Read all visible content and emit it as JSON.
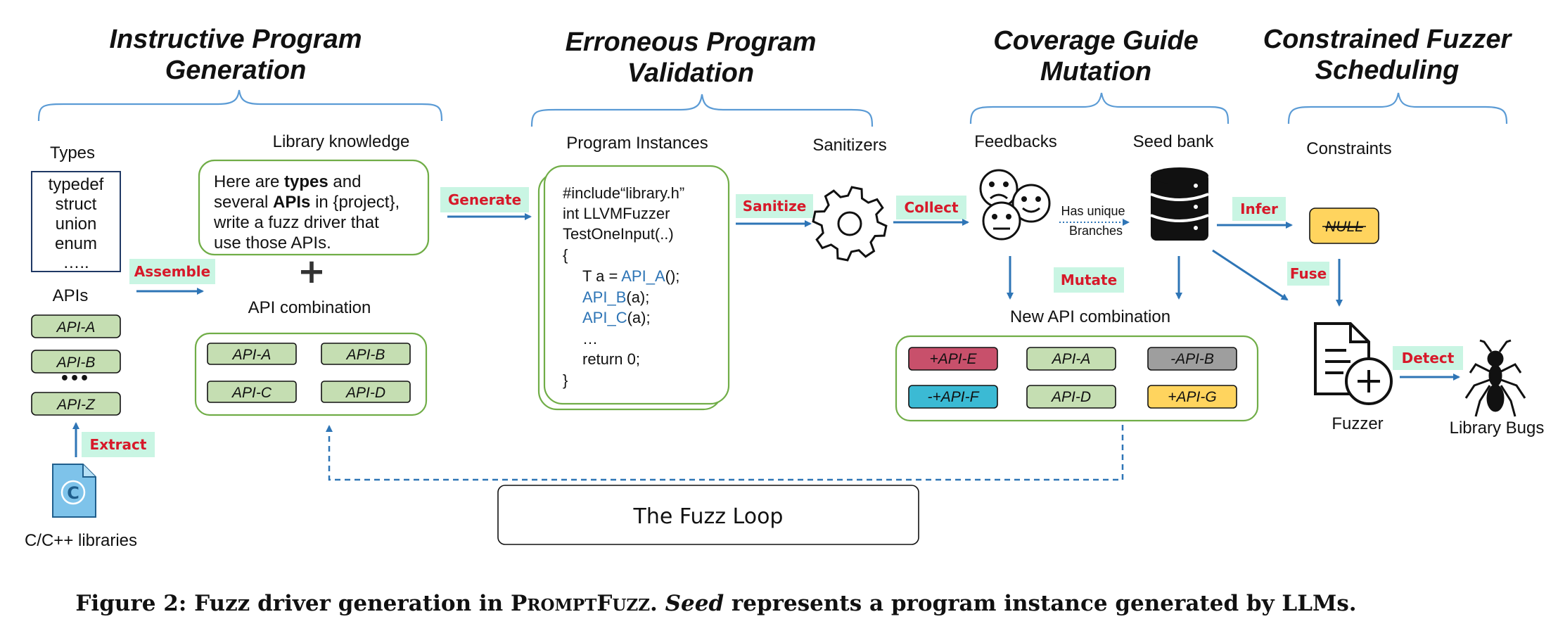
{
  "sections": {
    "s1": [
      "Instructive Program",
      "Generation"
    ],
    "s2": [
      "Erroneous Program",
      "Validation"
    ],
    "s3": [
      "Coverage Guide",
      "Mutation"
    ],
    "s4": [
      "Constrained Fuzzer",
      "Scheduling"
    ]
  },
  "types": {
    "title": "Types",
    "items": [
      "typedef",
      "struct",
      "union",
      "enum",
      "….."
    ]
  },
  "apis": {
    "title": "APIs",
    "items": [
      "API-A",
      "API-B",
      "API-Z"
    ],
    "ellipsis": "•••"
  },
  "libraries": {
    "label": "C/C++ libraries",
    "icon_letter": "C"
  },
  "library_knowledge": {
    "title": "Library knowledge",
    "line1_a": "Here are ",
    "line1_b": "types",
    "line1_c": " and",
    "line2_a": "several ",
    "line2_b": "APIs",
    "line2_c": " in {project},",
    "line3": "write a fuzz driver that",
    "line4": "use those APIs."
  },
  "plus": "+",
  "api_combination": {
    "title": "API combination",
    "items": [
      "API-A",
      "API-B",
      "API-C",
      "API-D"
    ]
  },
  "tags": {
    "assemble": "Assemble",
    "extract": "Extract",
    "generate": "Generate",
    "sanitize": "Sanitize",
    "collect": "Collect",
    "mutate": "Mutate",
    "infer": "Infer",
    "fuse": "Fuse",
    "detect": "Detect"
  },
  "program_instances": {
    "title": "Program Instances",
    "code": {
      "l1": "#include“library.h”",
      "l2": "int LLVMFuzzer",
      "l3": "TestOneInput(..)",
      "l4": "{",
      "l5a": "T a = ",
      "l5b": "API_A",
      "l5c": "();",
      "l6a": "API_B",
      "l6b": "(a);",
      "l7a": "API_C",
      "l7b": "(a);",
      "l8": "…",
      "l9": "return 0;",
      "l10": "}"
    }
  },
  "sanitizers": {
    "title": "Sanitizers"
  },
  "feedbacks": {
    "title": "Feedbacks"
  },
  "has_unique": [
    "Has unique",
    "Branches"
  ],
  "seed_bank": {
    "title": "Seed bank"
  },
  "new_api_combination": {
    "title": "New API combination",
    "items": [
      {
        "label": "+API-E",
        "color": "#c8506b"
      },
      {
        "label": "API-A",
        "color": "#c5deb2"
      },
      {
        "label": "-API-B",
        "color": "#9e9e9e"
      },
      {
        "label": "-+API-F",
        "color": "#3bbad4"
      },
      {
        "label": "API-D",
        "color": "#c5deb2"
      },
      {
        "label": "+API-G",
        "color": "#ffd45e"
      }
    ]
  },
  "constraints": {
    "title": "Constraints",
    "null_label": "NULL",
    "null_color": "#ffd45e"
  },
  "fuzzer": {
    "label": "Fuzzer"
  },
  "library_bugs": {
    "label": "Library Bugs"
  },
  "fuzz_loop": {
    "label": "The Fuzz Loop"
  },
  "caption": {
    "prefix": "Figure 2: Fuzz driver generation in ",
    "name_big1": "P",
    "name_small1": "ROMPT",
    "name_big2": "F",
    "name_small2": "UZZ",
    "mid": ". ",
    "seed": "Seed",
    "suffix": " represents a program instance generated by LLMs."
  },
  "colors": {
    "accent_blue": "#2e75b6",
    "brace_blue": "#5b9bd5",
    "green": "#70ad47",
    "tag_bg": "#c9f5e3",
    "tag_text": "#d7192a",
    "api_green": "#c5deb2"
  }
}
